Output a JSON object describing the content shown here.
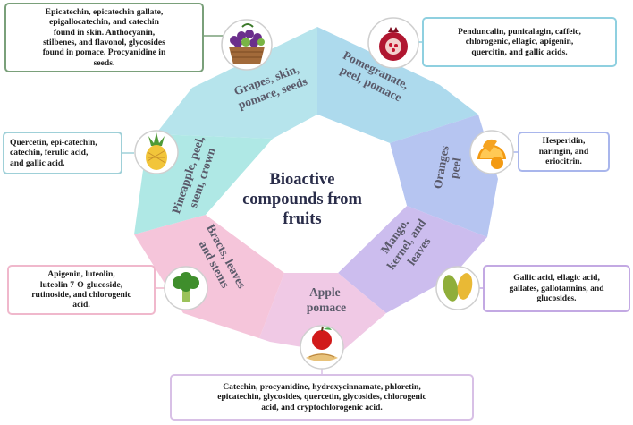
{
  "center_title": [
    "Bioactive",
    "compounds from",
    "fruits"
  ],
  "segments": {
    "grapes": [
      "Grapes, skin,",
      "pomace, seeds"
    ],
    "pomegranate": [
      "Pomegranate,",
      "peel, pomace"
    ],
    "oranges": [
      "Oranges",
      "peel"
    ],
    "mango": [
      "Mango,",
      "kernel, and",
      "leaves"
    ],
    "apple": [
      "Apple",
      "pomace"
    ],
    "bracts": [
      "Bracts, leaves",
      "and stems"
    ],
    "pineapple": [
      "Pineapple, peel,",
      "stem, crown"
    ]
  },
  "boxes": {
    "grapes": [
      "Epicatechin, epicatechin gallate,",
      "epigallocatechin, and catechin",
      "found in skin. Anthocyanin,",
      "stilbenes, and flavonol, glycosides",
      "found in pomace. Procyanidine in",
      "seeds."
    ],
    "pomegranate": [
      "Penduncalin, punicalagin, caffeic,",
      "chlorogenic, ellagic, apigenin,",
      "quercitin, and gallic acids."
    ],
    "oranges": [
      "Hesperidin,",
      "naringin, and",
      "eriocitrin."
    ],
    "mango": [
      "Gallic acid, ellagic acid,",
      "gallates, gallotannins, and",
      "glucosides."
    ],
    "apple": [
      "Catechin, procyanidine, hydroxycinnamate, phloretin,",
      "epicatechin, glycosides, quercetin, glycosides, chlorogenic",
      "acid, and cryptochlorogenic acid."
    ],
    "bracts": [
      "Apigenin, luteolin,",
      "luteolin 7-O-glucoside,",
      "rutinoside, and chlorogenic",
      "acid."
    ],
    "pineapple": [
      "Quercetin, epi-catechin,",
      "catechin, ferulic acid,",
      "and  gallic acid."
    ]
  },
  "colors": {
    "grapes": "#a9dfe9",
    "pomegranate": "#9fd3ea",
    "oranges": "#aebff0",
    "mango": "#c7b6ec",
    "apple": "#eec3e2",
    "bracts": "#f4bfd6",
    "pineapple": "#a6e6e2",
    "segment_text": "#5a5a6a",
    "title_text": "#2a2d4a"
  },
  "icons": {
    "grapes": "grapes-basket-icon",
    "pomegranate": "pomegranate-icon",
    "oranges": "orange-slices-icon",
    "mango": "mango-icon",
    "apple": "apple-icon",
    "bracts": "broccoli-icon",
    "pineapple": "pineapple-icon"
  }
}
